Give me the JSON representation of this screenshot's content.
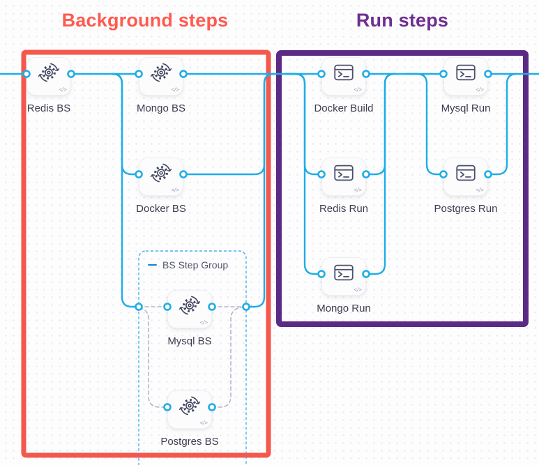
{
  "titles": {
    "background": "Background steps",
    "run": "Run steps"
  },
  "step_group": {
    "label": "BS Step Group"
  },
  "nodes": [
    {
      "id": "redis-bs",
      "label": "Redis BS",
      "type": "background-step",
      "icon": "sync-gear-icon"
    },
    {
      "id": "mongo-bs",
      "label": "Mongo BS",
      "type": "background-step",
      "icon": "sync-gear-icon"
    },
    {
      "id": "docker-bs",
      "label": "Docker BS",
      "type": "background-step",
      "icon": "sync-gear-icon"
    },
    {
      "id": "mysql-bs",
      "label": "Mysql BS",
      "type": "background-step",
      "icon": "sync-gear-icon"
    },
    {
      "id": "postgres-bs",
      "label": "Postgres BS",
      "type": "background-step",
      "icon": "sync-gear-icon"
    },
    {
      "id": "docker-build",
      "label": "Docker Build",
      "type": "run-step",
      "icon": "terminal-icon"
    },
    {
      "id": "mysql-run",
      "label": "Mysql Run",
      "type": "run-step",
      "icon": "terminal-icon"
    },
    {
      "id": "redis-run",
      "label": "Redis Run",
      "type": "run-step",
      "icon": "terminal-icon"
    },
    {
      "id": "postgres-run",
      "label": "Postgres Run",
      "type": "run-step",
      "icon": "terminal-icon"
    },
    {
      "id": "mongo-run",
      "label": "Mongo Run",
      "type": "run-step",
      "icon": "terminal-icon"
    }
  ],
  "icons": {
    "code_badge": "</>"
  },
  "colors": {
    "background_box": "#f4584c",
    "background_title": "#ff5a4f",
    "run_box": "#5b2a84",
    "run_title": "#6f2d91",
    "connector_blue": "#1fade6",
    "dashed_connector_gray": "#b3b4c7",
    "step_group_border": "#45b5e6",
    "node_label_text": "#3b3c4e"
  }
}
